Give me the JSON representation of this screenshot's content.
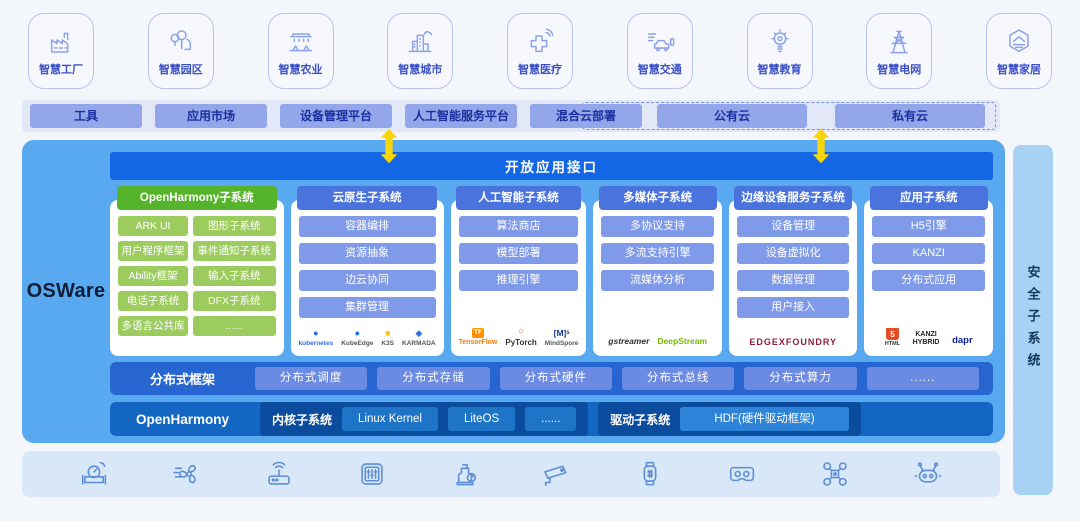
{
  "colors": {
    "panel_blue": "#58a9f0",
    "api_bar_blue": "#1467e4",
    "green_accent": "#56b42c",
    "arrow_yellow": "#f8d60a",
    "security_bar_blue": "#a7d2f3"
  },
  "top_apps": [
    {
      "label": "智慧工厂",
      "icon": "factory-icon"
    },
    {
      "label": "智慧园区",
      "icon": "park-icon"
    },
    {
      "label": "智慧农业",
      "icon": "agriculture-icon"
    },
    {
      "label": "智慧城市",
      "icon": "city-icon"
    },
    {
      "label": "智慧医疗",
      "icon": "medical-icon"
    },
    {
      "label": "智慧交通",
      "icon": "traffic-icon"
    },
    {
      "label": "智慧教育",
      "icon": "education-icon"
    },
    {
      "label": "智慧电网",
      "icon": "power-grid-icon"
    },
    {
      "label": "智慧家居",
      "icon": "home-icon"
    }
  ],
  "platform_bar": {
    "items": [
      "工具",
      "应用市场",
      "设备管理平台",
      "人工智能服务平台",
      "混合云部署"
    ],
    "cloud_items": [
      "公有云",
      "私有云"
    ]
  },
  "osware": {
    "brand": "OSWare",
    "open_api_label": "开放应用接口",
    "security_label": "安全子系统",
    "columns": [
      {
        "id": "openharmony",
        "header": "OpenHarmony子系统",
        "items": [
          "ARK UI",
          "图形子系统",
          "用户程序框架",
          "事件通知子系统",
          "Ability框架",
          "输入子系统",
          "电话子系统",
          "DFX子系统",
          "多语言公共库",
          "......"
        ],
        "logos": []
      },
      {
        "id": "cloud-native",
        "header": "云原生子系统",
        "items": [
          "容器编排",
          "资源抽象",
          "边云协同",
          "集群管理"
        ],
        "logos": [
          {
            "id": "kubernetes",
            "glyph": "●",
            "label": "kubernetes"
          },
          {
            "id": "kubeedge",
            "glyph": "●",
            "label": "KubeEdge"
          },
          {
            "id": "k3s",
            "glyph": "■",
            "label": "K3S"
          },
          {
            "id": "karmada",
            "glyph": "◆",
            "label": "KARMADA"
          }
        ]
      },
      {
        "id": "ai",
        "header": "人工智能子系统",
        "items": [
          "算法商店",
          "模型部署",
          "推理引擎"
        ],
        "logos": [
          {
            "id": "tensorflow",
            "glyph": "TF",
            "label": "TensorFlow"
          },
          {
            "id": "pytorch",
            "glyph": "○",
            "label": "PyTorch"
          },
          {
            "id": "mindspore",
            "glyph": "[M]ˢ",
            "label": "MindSpore"
          }
        ]
      },
      {
        "id": "multimedia",
        "header": "多媒体子系统",
        "items": [
          "多协议支持",
          "多流支持引擎",
          "流媒体分析"
        ],
        "logos": [
          {
            "id": "gstreamer",
            "glyph": "",
            "label": "gstreamer"
          },
          {
            "id": "deepstream",
            "glyph": "",
            "label": "DeepStream"
          }
        ]
      },
      {
        "id": "edge-device",
        "header": "边缘设备服务子系统",
        "items": [
          "设备管理",
          "设备虚拟化",
          "数据管理",
          "用户接入"
        ],
        "logos": [
          {
            "id": "edgexfoundry",
            "glyph": "",
            "label": "EDGEXFOUNDRY"
          }
        ]
      },
      {
        "id": "application",
        "header": "应用子系统",
        "items": [
          "H5引擎",
          "KANZI",
          "分布式应用"
        ],
        "logos": [
          {
            "id": "html5",
            "glyph": "5",
            "label": "HTML"
          },
          {
            "id": "kanzi",
            "glyph": "",
            "label": "KANZI HYBRID"
          },
          {
            "id": "dapr",
            "glyph": "",
            "label": "dapr"
          }
        ]
      }
    ],
    "distributed": {
      "label": "分布式框架",
      "items": [
        "分布式调度",
        "分布式存储",
        "分布式硬件",
        "分布式总线",
        "分布式算力",
        "......"
      ]
    },
    "kernel": {
      "label": "OpenHarmony",
      "kernel_label": "内核子系统",
      "kernel_items": [
        "Linux Kernel",
        "LiteOS",
        "......"
      ],
      "driver_label": "驱动子系统",
      "hdf_label": "HDF(硬件驱动框架)"
    }
  },
  "devices": [
    "water-meter-icon",
    "fan-icon",
    "router-icon",
    "switch-panel-icon",
    "pump-icon",
    "camera-icon",
    "smartwatch-icon",
    "vr-headset-icon",
    "drone-icon",
    "robot-icon"
  ]
}
